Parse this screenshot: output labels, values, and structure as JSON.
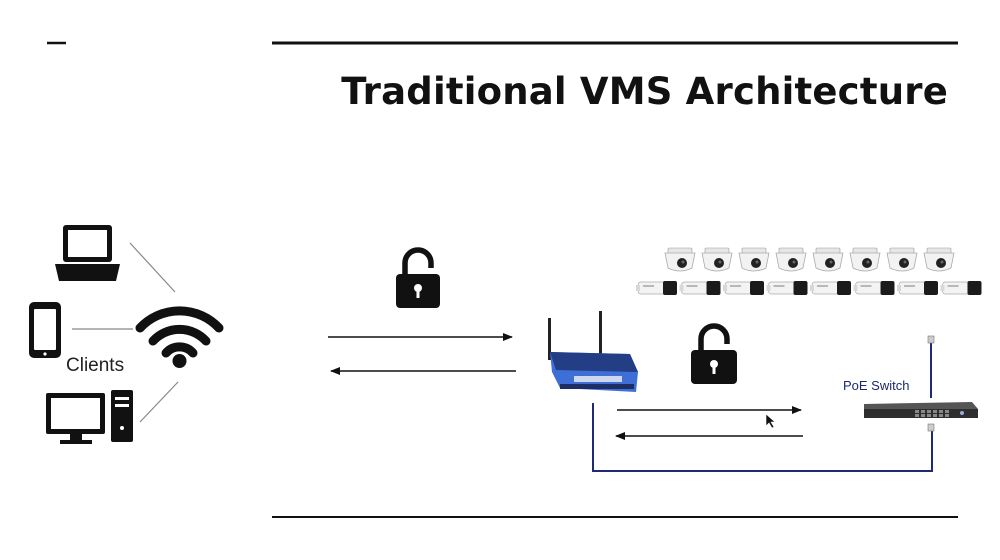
{
  "slide": {
    "title": "Traditional VMS Architecture"
  },
  "labels": {
    "clients": "Clients",
    "poe_switch": "PoE Switch"
  },
  "devices": {
    "clients": [
      "laptop",
      "smartphone",
      "desktop-computer"
    ],
    "hub": "wifi",
    "router": "wireless-router",
    "switch": "poe-switch",
    "dome_camera_count": 8,
    "bullet_camera_count": 8
  },
  "colors": {
    "line": "#1e2a78",
    "text": "#111111",
    "icon": "#111111",
    "router_blue": "#3d6fd6"
  },
  "icons": [
    "laptop-icon",
    "phone-icon",
    "desktop-icon",
    "wifi-icon",
    "lock-icon",
    "router-icon",
    "dome-camera-icon",
    "bullet-camera-icon",
    "poe-switch-icon",
    "cursor-icon"
  ]
}
